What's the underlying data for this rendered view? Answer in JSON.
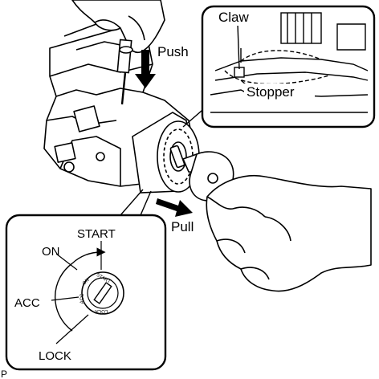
{
  "labels": {
    "push": "Push",
    "pull": "Pull",
    "claw": "Claw",
    "stopper": "Stopper",
    "start": "START",
    "on": "ON",
    "acc": "ACC",
    "lock": "LOCK",
    "corner": "P"
  },
  "cylinder_face": {
    "start": "START",
    "on": "ON",
    "acc": "ACC",
    "lock": "LOCK"
  }
}
